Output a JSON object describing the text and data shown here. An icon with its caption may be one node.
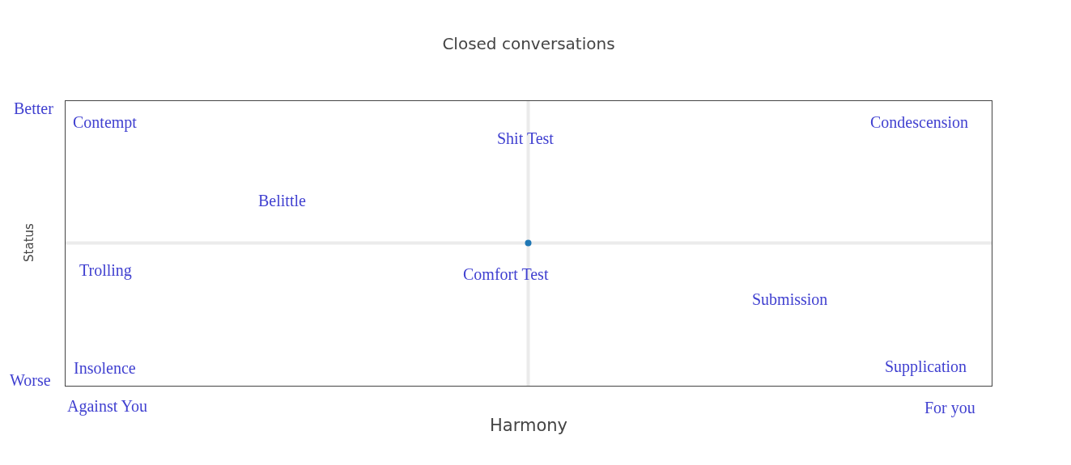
{
  "diagram": {
    "title": "Closed conversations",
    "labels": [
      "Better",
      "Contempt",
      "Condescension",
      "Shit Test",
      "Belittle",
      "Status",
      "Trolling",
      "Comfort Test",
      "Submission",
      "Worse",
      "Insolence",
      "Supplication",
      "Against You",
      "For you",
      "Harmony"
    ]
  }
}
